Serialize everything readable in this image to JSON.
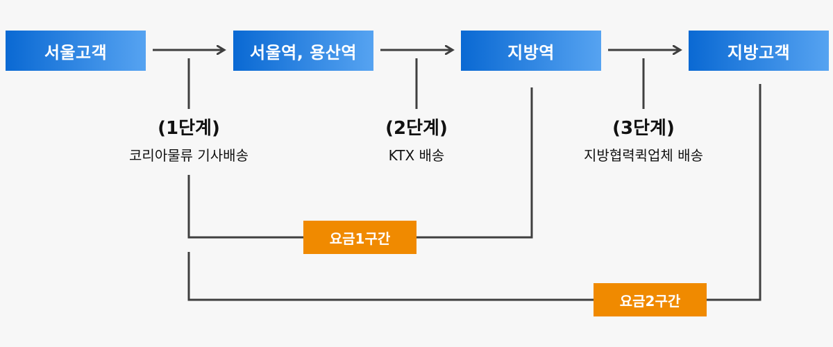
{
  "colors": {
    "node_start": "#0a69d3",
    "node_end": "#56a3f1",
    "line": "#3f3f3f",
    "fare": "#f08a00",
    "background": "#f7f7f7"
  },
  "nodes": [
    {
      "label": "서울고객"
    },
    {
      "label": "서울역, 용산역"
    },
    {
      "label": "지방역"
    },
    {
      "label": "지방고객"
    }
  ],
  "stages": [
    {
      "title": "(1단계)",
      "desc": "코리아물류 기사배송"
    },
    {
      "title": "(2단계)",
      "desc": "KTX 배송"
    },
    {
      "title": "(3단계)",
      "desc": "지방협력퀵업체 배송"
    }
  ],
  "fares": [
    {
      "label": "요금1구간"
    },
    {
      "label": "요금2구간"
    }
  ]
}
